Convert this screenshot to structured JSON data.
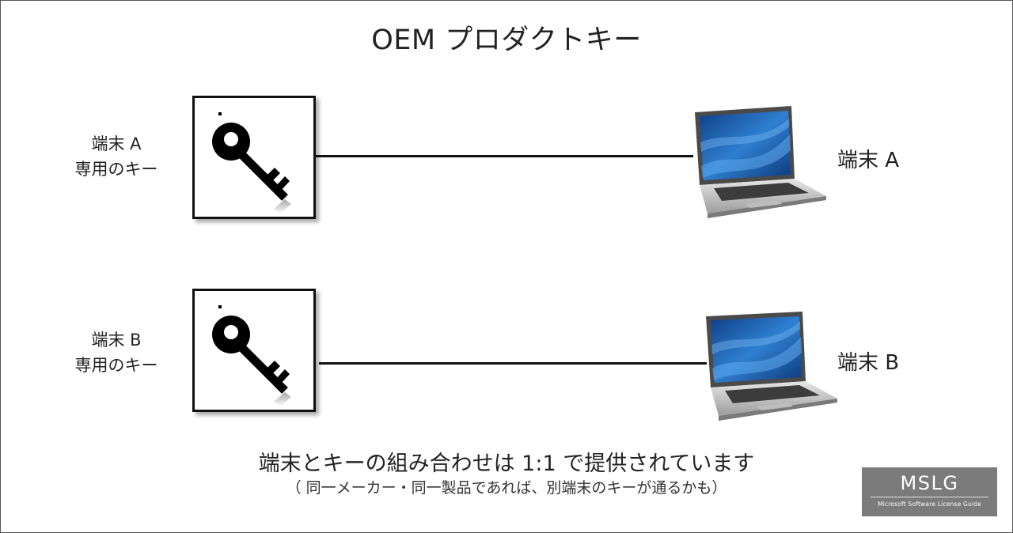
{
  "title": "OEM プロダクトキー",
  "rows": [
    {
      "key_label_line1": "端末 A",
      "key_label_line2": "専用のキー",
      "device_label": "端末 A"
    },
    {
      "key_label_line1": "端末 B",
      "key_label_line2": "専用のキー",
      "device_label": "端末 B"
    }
  ],
  "note": {
    "main": "端末とキーの組み合わせは 1:1 で提供されています",
    "sub": "（ 同一メーカー・同一製品であれば、別端末のキーが通るかも）"
  },
  "logo": {
    "main": "MSLG",
    "sub": "Microsoft Software License Guide"
  },
  "icons": [
    "key-icon",
    "laptop-icon"
  ],
  "colors": {
    "line": "#111111",
    "laptop_screen": "#1f5fa8",
    "logo_bg": "#7b7b7b"
  }
}
